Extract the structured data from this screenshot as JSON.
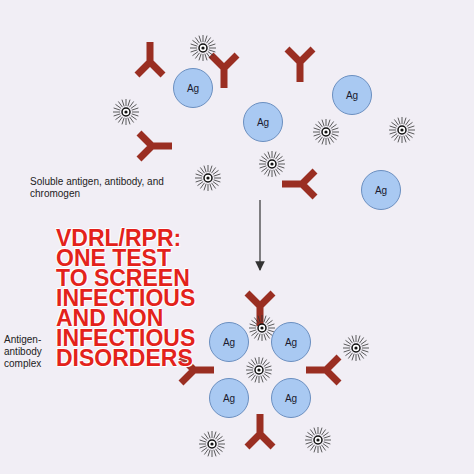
{
  "diagram": {
    "title": "VDRL/RPR: ONE TEST TO SCREEN INFECTIOUS AND NON INFECTIOUS DISORDERS",
    "nodes": [
      {
        "text": [
          "Ag"
        ]
      },
      {
        "text": [
          "Ag"
        ]
      },
      {
        "text": [
          "Ag"
        ]
      },
      {
        "text": [
          "Ag"
        ]
      },
      {
        "text": [
          "Ag"
        ]
      },
      {
        "text": [
          "Ag"
        ]
      },
      {
        "text": [
          "Ag"
        ]
      },
      {
        "text": [
          "Ag"
        ]
      }
    ],
    "labels": [
      "Soluble antigen, antibody, and chromogen",
      "Antigen-antibody complex"
    ]
  }
}
